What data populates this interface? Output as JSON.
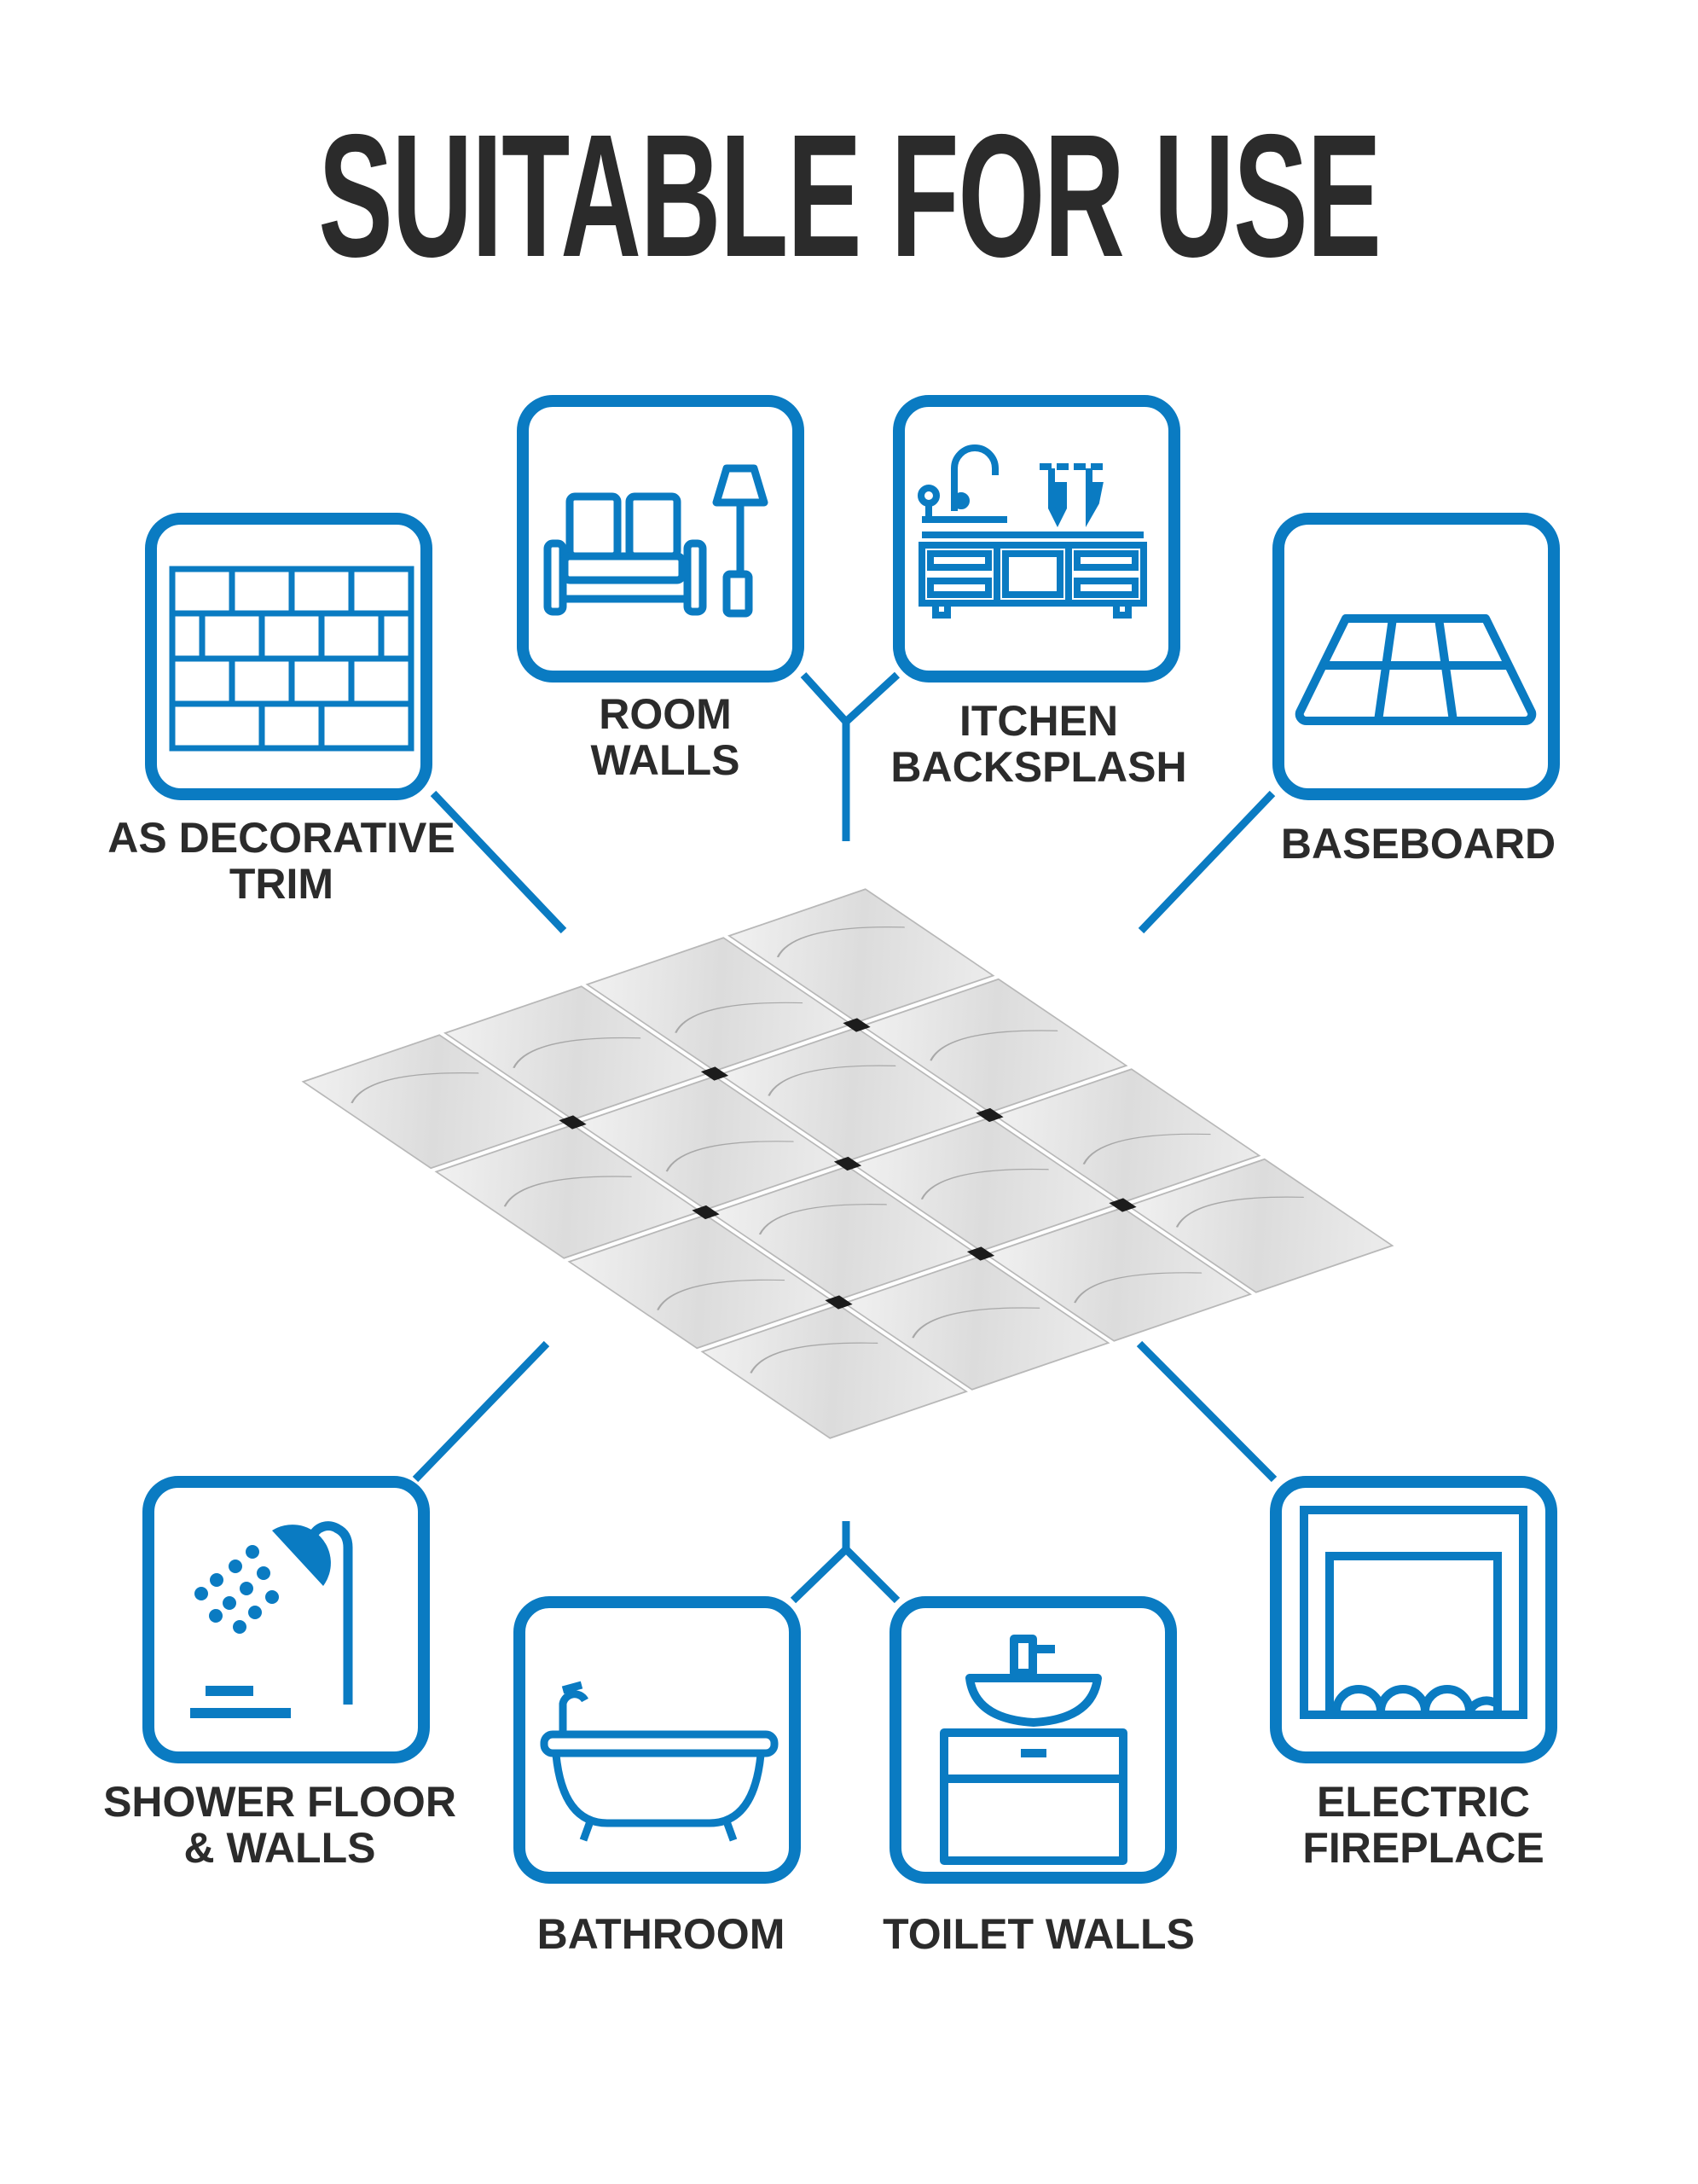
{
  "title": "SUITABLE FOR USE",
  "colors": {
    "accent": "#0a7bc2",
    "text": "#2b2b2b"
  },
  "uses": [
    {
      "icon": "brick-wall-icon",
      "lines": [
        "AS DECORATIVE",
        "TRIM"
      ]
    },
    {
      "icon": "sofa-lamp-icon",
      "lines": [
        "ROOM",
        "WALLS"
      ]
    },
    {
      "icon": "kitchen-counter-icon",
      "lines": [
        "ITCHEN",
        "BACKSPLASH"
      ]
    },
    {
      "icon": "floor-tiles-icon",
      "lines": [
        "BASEBOARD"
      ]
    },
    {
      "icon": "shower-icon",
      "lines": [
        "SHOWER FLOOR",
        "& WALLS"
      ]
    },
    {
      "icon": "bathtub-icon",
      "lines": [
        "BATHROOM"
      ]
    },
    {
      "icon": "sink-vanity-icon",
      "lines": [
        "TOILET WALLS"
      ]
    },
    {
      "icon": "fireplace-icon",
      "lines": [
        "ELECTRIC",
        "FIREPLACE"
      ]
    }
  ]
}
